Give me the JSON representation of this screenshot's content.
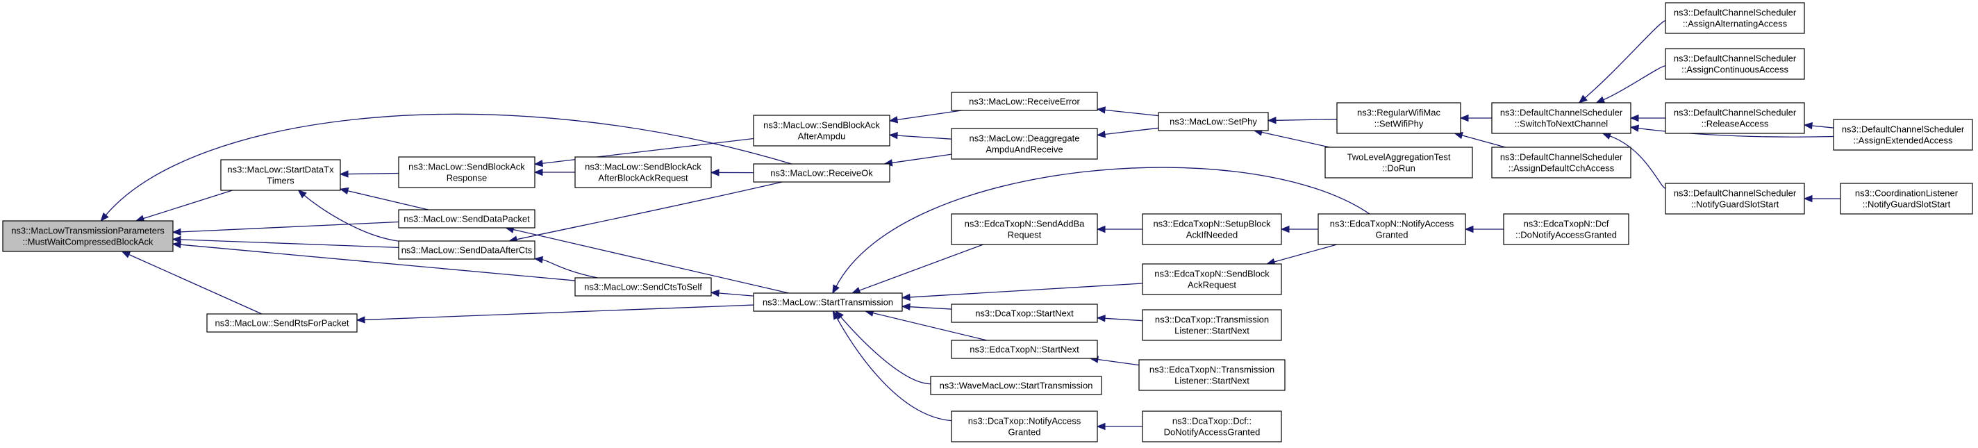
{
  "colors": {
    "edge": "#191970",
    "root_fill": "#bfbfbf",
    "node_fill": "#ffffff",
    "border": "#000000"
  },
  "nodes": [
    {
      "id": "root",
      "lines": [
        "ns3::MacLowTransmissionParameters",
        "::MustWaitCompressedBlockAck"
      ],
      "highlight": true,
      "interactable": false
    },
    {
      "id": "startDataTxTimers",
      "lines": [
        "ns3::MacLow::StartDataTx",
        "Timers"
      ],
      "interactable": true
    },
    {
      "id": "sendRtsForPacket",
      "lines": [
        "ns3::MacLow::SendRtsForPacket"
      ],
      "interactable": true
    },
    {
      "id": "sendBlockAckResponse",
      "lines": [
        "ns3::MacLow::SendBlockAck",
        "Response"
      ],
      "interactable": true
    },
    {
      "id": "sendDataPacket",
      "lines": [
        "ns3::MacLow::SendDataPacket"
      ],
      "interactable": true
    },
    {
      "id": "sendDataAfterCts",
      "lines": [
        "ns3::MacLow::SendDataAfterCts"
      ],
      "interactable": true
    },
    {
      "id": "sendBlockAckAfterAmpdu",
      "lines": [
        "ns3::MacLow::SendBlockAck",
        "AfterAmpdu"
      ],
      "interactable": true
    },
    {
      "id": "sendBlockAckAfterBlockAckRequest",
      "lines": [
        "ns3::MacLow::SendBlockAck",
        "AfterBlockAckRequest"
      ],
      "interactable": true
    },
    {
      "id": "sendCtsToSelf",
      "lines": [
        "ns3::MacLow::SendCtsToSelf"
      ],
      "interactable": true
    },
    {
      "id": "receiveError",
      "lines": [
        "ns3::MacLow::ReceiveError"
      ],
      "interactable": true
    },
    {
      "id": "deaggregate",
      "lines": [
        "ns3::MacLow::Deaggregate",
        "AmpduAndReceive"
      ],
      "interactable": true
    },
    {
      "id": "receiveOk",
      "lines": [
        "ns3::MacLow::ReceiveOk"
      ],
      "interactable": true
    },
    {
      "id": "startTransmission",
      "lines": [
        "ns3::MacLow::StartTransmission"
      ],
      "interactable": true
    },
    {
      "id": "setPhy",
      "lines": [
        "ns3::MacLow::SetPhy"
      ],
      "interactable": true
    },
    {
      "id": "sendAddBaRequest",
      "lines": [
        "ns3::EdcaTxopN::SendAddBa",
        "Request"
      ],
      "interactable": true
    },
    {
      "id": "dcaStartNext",
      "lines": [
        "ns3::DcaTxop::StartNext"
      ],
      "interactable": true
    },
    {
      "id": "edcaStartNext",
      "lines": [
        "ns3::EdcaTxopN::StartNext"
      ],
      "interactable": true
    },
    {
      "id": "waveStartTransmission",
      "lines": [
        "ns3::WaveMacLow::StartTransmission"
      ],
      "interactable": true
    },
    {
      "id": "dcaNotifyAccessGranted",
      "lines": [
        "ns3::DcaTxop::NotifyAccess",
        "Granted"
      ],
      "interactable": true
    },
    {
      "id": "setupBlockAckIfNeeded",
      "lines": [
        "ns3::EdcaTxopN::SetupBlock",
        "AckIfNeeded"
      ],
      "interactable": true
    },
    {
      "id": "sendBlockAckRequest",
      "lines": [
        "ns3::EdcaTxopN::SendBlock",
        "AckRequest"
      ],
      "interactable": true
    },
    {
      "id": "dcaTransmissionListenerStartNext",
      "lines": [
        "ns3::DcaTxop::Transmission",
        "Listener::StartNext"
      ],
      "interactable": true
    },
    {
      "id": "edcaTransmissionListenerStartNext",
      "lines": [
        "ns3::EdcaTxopN::Transmission",
        "Listener::StartNext"
      ],
      "interactable": true
    },
    {
      "id": "dcfDoNotifyAccessGranted",
      "lines": [
        "ns3::DcaTxop::Dcf::",
        "DoNotifyAccessGranted"
      ],
      "interactable": true
    },
    {
      "id": "regularSetWifiPhy",
      "lines": [
        "ns3::RegularWifiMac",
        "::SetWifiPhy"
      ],
      "interactable": true
    },
    {
      "id": "twoLevelDoRun",
      "lines": [
        "TwoLevelAggregationTest",
        "::DoRun"
      ],
      "interactable": true
    },
    {
      "id": "edcaNotifyAccessGranted",
      "lines": [
        "ns3::EdcaTxopN::NotifyAccess",
        "Granted"
      ],
      "interactable": true
    },
    {
      "id": "edcaDcfDoNotifyAccessGranted",
      "lines": [
        "ns3::EdcaTxopN::Dcf",
        "::DoNotifyAccessGranted"
      ],
      "interactable": true
    },
    {
      "id": "switchToNextChannel",
      "lines": [
        "ns3::DefaultChannelScheduler",
        "::SwitchToNextChannel"
      ],
      "interactable": true
    },
    {
      "id": "assignDefaultCchAccess",
      "lines": [
        "ns3::DefaultChannelScheduler",
        "::AssignDefaultCchAccess"
      ],
      "interactable": true
    },
    {
      "id": "assignAlternatingAccess",
      "lines": [
        "ns3::DefaultChannelScheduler",
        "::AssignAlternatingAccess"
      ],
      "interactable": true
    },
    {
      "id": "assignContinuousAccess",
      "lines": [
        "ns3::DefaultChannelScheduler",
        "::AssignContinuousAccess"
      ],
      "interactable": true
    },
    {
      "id": "releaseAccess",
      "lines": [
        "ns3::DefaultChannelScheduler",
        "::ReleaseAccess"
      ],
      "interactable": true
    },
    {
      "id": "notifyGuardSlotStart",
      "lines": [
        "ns3::DefaultChannelScheduler",
        "::NotifyGuardSlotStart"
      ],
      "interactable": true
    },
    {
      "id": "assignExtendedAccess",
      "lines": [
        "ns3::DefaultChannelScheduler",
        "::AssignExtendedAccess"
      ],
      "interactable": true
    },
    {
      "id": "coordinationNotifyGuardSlotStart",
      "lines": [
        "ns3::CoordinationListener",
        "::NotifyGuardSlotStart"
      ],
      "interactable": true
    }
  ],
  "edges": [
    {
      "from": "startDataTxTimers",
      "to": "root"
    },
    {
      "from": "sendRtsForPacket",
      "to": "root"
    },
    {
      "from": "sendDataPacket",
      "to": "root"
    },
    {
      "from": "sendDataAfterCts",
      "to": "root"
    },
    {
      "from": "sendCtsToSelf",
      "to": "root"
    },
    {
      "from": "receiveOk",
      "to": "root"
    },
    {
      "from": "sendBlockAckResponse",
      "to": "startDataTxTimers"
    },
    {
      "from": "sendDataPacket",
      "to": "startDataTxTimers"
    },
    {
      "from": "sendDataAfterCts",
      "to": "startDataTxTimers"
    },
    {
      "from": "sendBlockAckAfterAmpdu",
      "to": "sendBlockAckResponse"
    },
    {
      "from": "sendBlockAckAfterBlockAckRequest",
      "to": "sendBlockAckResponse"
    },
    {
      "from": "receiveError",
      "to": "sendBlockAckAfterAmpdu"
    },
    {
      "from": "deaggregate",
      "to": "sendBlockAckAfterAmpdu"
    },
    {
      "from": "receiveOk",
      "to": "sendBlockAckAfterBlockAckRequest"
    },
    {
      "from": "deaggregate",
      "to": "receiveOk"
    },
    {
      "from": "setPhy",
      "to": "receiveError"
    },
    {
      "from": "setPhy",
      "to": "deaggregate"
    },
    {
      "from": "receiveOk",
      "to": "sendDataAfterCts"
    },
    {
      "from": "sendCtsToSelf",
      "to": "sendDataAfterCts"
    },
    {
      "from": "startTransmission",
      "to": "sendDataPacket"
    },
    {
      "from": "startTransmission",
      "to": "sendCtsToSelf"
    },
    {
      "from": "startTransmission",
      "to": "sendRtsForPacket"
    },
    {
      "from": "regularSetWifiPhy",
      "to": "setPhy"
    },
    {
      "from": "twoLevelDoRun",
      "to": "setPhy"
    },
    {
      "from": "switchToNextChannel",
      "to": "regularSetWifiPhy"
    },
    {
      "from": "assignDefaultCchAccess",
      "to": "regularSetWifiPhy"
    },
    {
      "from": "assignAlternatingAccess",
      "to": "switchToNextChannel"
    },
    {
      "from": "assignContinuousAccess",
      "to": "switchToNextChannel"
    },
    {
      "from": "releaseAccess",
      "to": "switchToNextChannel"
    },
    {
      "from": "notifyGuardSlotStart",
      "to": "switchToNextChannel"
    },
    {
      "from": "assignExtendedAccess",
      "to": "switchToNextChannel"
    },
    {
      "from": "assignExtendedAccess",
      "to": "releaseAccess"
    },
    {
      "from": "coordinationNotifyGuardSlotStart",
      "to": "notifyGuardSlotStart"
    },
    {
      "from": "sendAddBaRequest",
      "to": "startTransmission"
    },
    {
      "from": "dcaStartNext",
      "to": "startTransmission"
    },
    {
      "from": "edcaStartNext",
      "to": "startTransmission"
    },
    {
      "from": "waveStartTransmission",
      "to": "startTransmission"
    },
    {
      "from": "dcaNotifyAccessGranted",
      "to": "startTransmission"
    },
    {
      "from": "sendBlockAckRequest",
      "to": "startTransmission"
    },
    {
      "from": "edcaNotifyAccessGranted",
      "to": "startTransmission"
    },
    {
      "from": "setupBlockAckIfNeeded",
      "to": "sendAddBaRequest"
    },
    {
      "from": "edcaNotifyAccessGranted",
      "to": "setupBlockAckIfNeeded"
    },
    {
      "from": "edcaNotifyAccessGranted",
      "to": "sendBlockAckRequest"
    },
    {
      "from": "edcaDcfDoNotifyAccessGranted",
      "to": "edcaNotifyAccessGranted"
    },
    {
      "from": "dcaTransmissionListenerStartNext",
      "to": "dcaStartNext"
    },
    {
      "from": "edcaTransmissionListenerStartNext",
      "to": "edcaStartNext"
    },
    {
      "from": "dcfDoNotifyAccessGranted",
      "to": "dcaNotifyAccessGranted"
    }
  ]
}
